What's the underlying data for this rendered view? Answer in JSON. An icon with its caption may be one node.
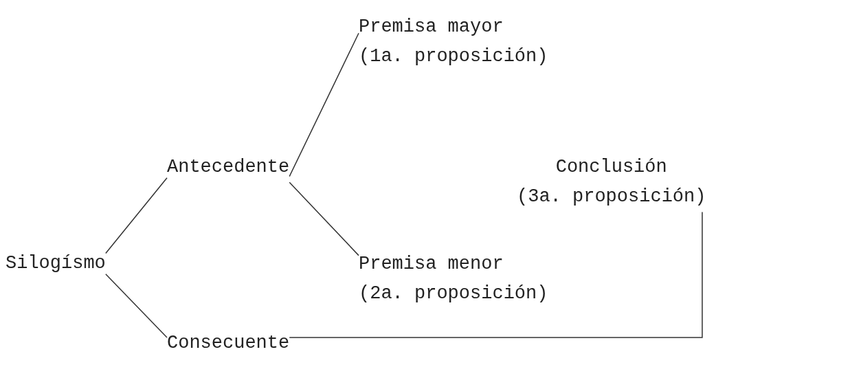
{
  "diagram": {
    "nodes": [
      {
        "text": [
          "Silogísmo"
        ]
      },
      {
        "text": [
          "Antecedente"
        ]
      },
      {
        "text": [
          "Premisa mayor",
          "(1a. proposición)"
        ]
      },
      {
        "text": [
          "Premisa menor",
          "(2a. proposición)"
        ]
      },
      {
        "text": [
          "Consecuente"
        ]
      },
      {
        "text": [
          "Conclusión",
          "(3a. proposición)"
        ]
      }
    ],
    "edges": [
      {
        "from": 0,
        "to": 1,
        "arrow": "none"
      },
      {
        "from": 0,
        "to": 4,
        "arrow": "none"
      },
      {
        "from": 1,
        "to": 2,
        "arrow": "none"
      },
      {
        "from": 1,
        "to": 3,
        "arrow": "none"
      },
      {
        "from": 4,
        "to": 5,
        "arrow": "none"
      }
    ]
  }
}
